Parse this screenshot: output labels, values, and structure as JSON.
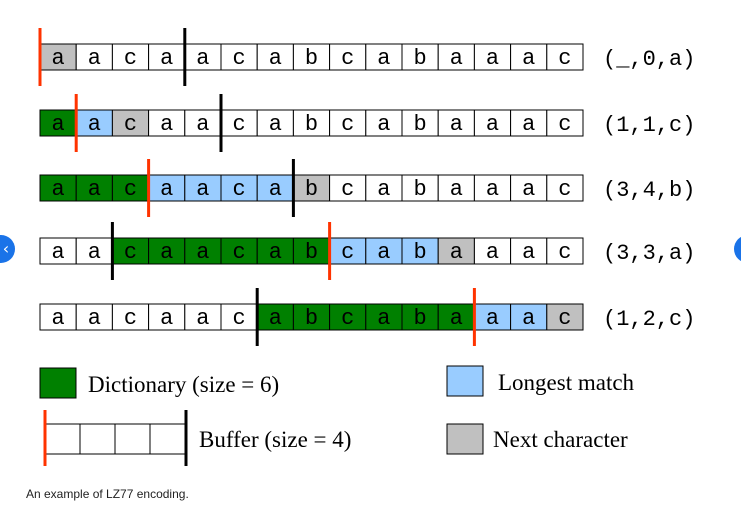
{
  "colors": {
    "dictionary": "#008000",
    "longest_match": "#99ccff",
    "next_character": "#c0c0c0",
    "plain": "#ffffff",
    "buffer_marker": "#ff3300",
    "dictionary_marker": "#000000"
  },
  "rows": [
    {
      "chars": [
        "a",
        "a",
        "c",
        "a",
        "a",
        "c",
        "a",
        "b",
        "c",
        "a",
        "b",
        "a",
        "a",
        "a",
        "c"
      ],
      "dict": [
        0,
        0
      ],
      "match": [
        0,
        0
      ],
      "next": 0,
      "output": "(_,0,a)"
    },
    {
      "chars": [
        "a",
        "a",
        "c",
        "a",
        "a",
        "c",
        "a",
        "b",
        "c",
        "a",
        "b",
        "a",
        "a",
        "a",
        "c"
      ],
      "dict": [
        0,
        1
      ],
      "match": [
        1,
        2
      ],
      "next": 2,
      "output": "(1,1,c)"
    },
    {
      "chars": [
        "a",
        "a",
        "c",
        "a",
        "a",
        "c",
        "a",
        "b",
        "c",
        "a",
        "b",
        "a",
        "a",
        "a",
        "c"
      ],
      "dict": [
        0,
        3
      ],
      "match": [
        3,
        7
      ],
      "next": 7,
      "output": "(3,4,b)"
    },
    {
      "chars": [
        "a",
        "a",
        "c",
        "a",
        "a",
        "c",
        "a",
        "b",
        "c",
        "a",
        "b",
        "a",
        "a",
        "a",
        "c"
      ],
      "dict": [
        2,
        8
      ],
      "match": [
        8,
        11
      ],
      "next": 11,
      "output": "(3,3,a)"
    },
    {
      "chars": [
        "a",
        "a",
        "c",
        "a",
        "a",
        "c",
        "a",
        "b",
        "c",
        "a",
        "b",
        "a",
        "a",
        "a",
        "c"
      ],
      "dict": [
        6,
        12
      ],
      "match": [
        12,
        14
      ],
      "next": 14,
      "output": "(1,2,c)"
    }
  ],
  "legend": {
    "dictionary": "Dictionary (size = 6)",
    "longest_match": "Longest match",
    "buffer": "Buffer (size = 4)",
    "next_character": "Next character"
  },
  "caption": "An example of LZ77 encoding.",
  "nav": {
    "prev_icon": "chevron-left-icon",
    "next_icon": "chevron-right-icon",
    "prev_glyph": "‹",
    "next_glyph": "›"
  }
}
